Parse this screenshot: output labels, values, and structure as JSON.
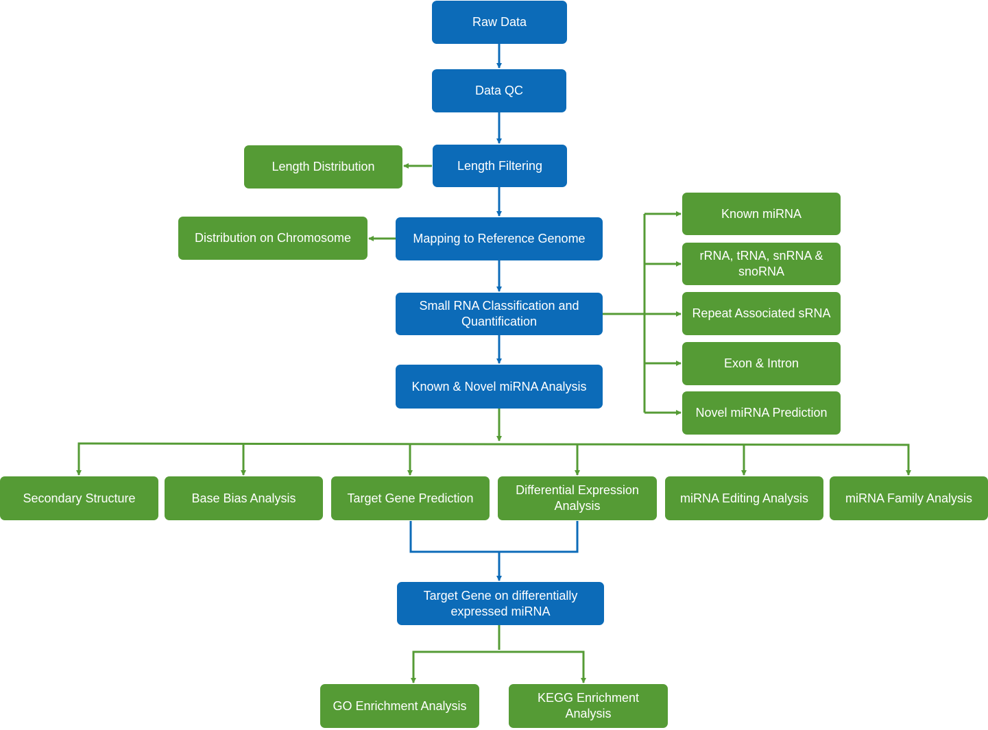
{
  "colors": {
    "process": "#0c6bb8",
    "analysis": "#559b35",
    "background": "#ffffff"
  },
  "nodes": {
    "raw_data": "Raw Data",
    "data_qc": "Data QC",
    "length_filtering": "Length Filtering",
    "length_distribution": "Length Distribution",
    "mapping": "Mapping to Reference Genome",
    "distribution_chromosome": "Distribution on Chromosome",
    "classification": "Small RNA Classification and Quantification",
    "known_novel": "Known & Novel miRNA Analysis",
    "known_mirna": "Known miRNA",
    "rrna_trna": "rRNA, tRNA, snRNA & snoRNA",
    "repeat_associated": "Repeat Associated sRNA",
    "exon_intron": "Exon & Intron",
    "novel_prediction": "Novel miRNA Prediction",
    "secondary_structure": "Secondary Structure",
    "base_bias": "Base Bias Analysis",
    "target_gene_prediction": "Target Gene Prediction",
    "differential_expression": "Differential Expression Analysis",
    "mirna_editing": "miRNA Editing Analysis",
    "mirna_family": "miRNA Family Analysis",
    "target_gene_de": "Target Gene on differentially expressed miRNA",
    "go_enrichment": "GO Enrichment Analysis",
    "kegg_enrichment": "KEGG Enrichment Analysis"
  }
}
